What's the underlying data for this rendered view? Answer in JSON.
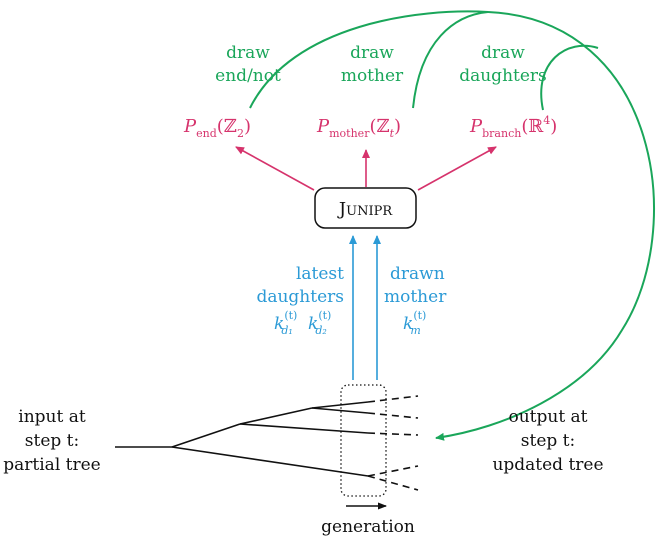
{
  "colors": {
    "green": "#1aa65a",
    "pink": "#d6336c",
    "blue": "#2b9ad6",
    "black": "#111111"
  },
  "draw_labels": {
    "end": [
      "draw",
      "end/not"
    ],
    "mother": [
      "draw",
      "mother"
    ],
    "daughters": [
      "draw",
      "daughters"
    ]
  },
  "distributions": {
    "end": {
      "P": "P",
      "sub": "end",
      "arg": "(ℤ",
      "arg_sub": "2",
      "close": ")"
    },
    "mother": {
      "P": "P",
      "sub": "mother",
      "arg": "(ℤ",
      "arg_sub": "t",
      "close": ")"
    },
    "branch": {
      "P": "P",
      "sub": "branch",
      "arg": "(ℝ",
      "arg_sup": "4",
      "close": ")"
    }
  },
  "model_box": {
    "label": "Junipr"
  },
  "inputs_left": {
    "lines": [
      "latest",
      "daughters"
    ],
    "k1": {
      "k": "k",
      "sup": "(t)",
      "sub": "d₁"
    },
    "k2": {
      "k": "k",
      "sup": "(t)",
      "sub": "d₂"
    }
  },
  "inputs_right": {
    "lines": [
      "drawn",
      "mother"
    ],
    "km": {
      "k": "k",
      "sup": "(t)",
      "sub": "m"
    }
  },
  "left_caption": [
    "input at",
    "step t:",
    "partial tree"
  ],
  "right_caption": [
    "output at",
    "step t:",
    "updated tree"
  ],
  "bottom_caption": "generation"
}
